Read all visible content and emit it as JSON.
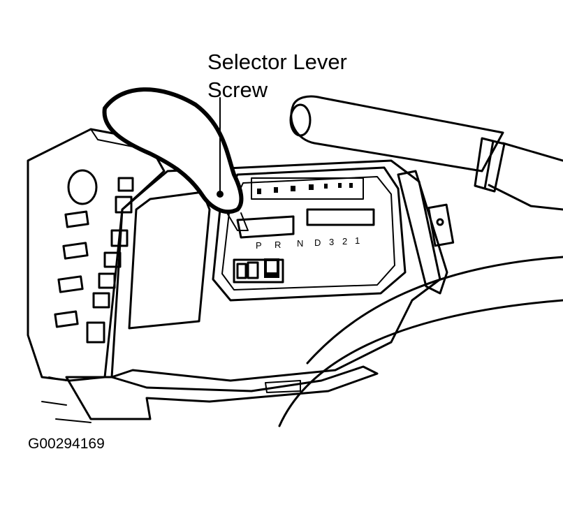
{
  "diagram": {
    "callout_line1": "Selector Lever",
    "callout_line2": "Screw",
    "figure_id": "G00294169",
    "gear_marks": [
      "P",
      "R",
      "N",
      "D",
      "3",
      "2",
      "1"
    ]
  }
}
